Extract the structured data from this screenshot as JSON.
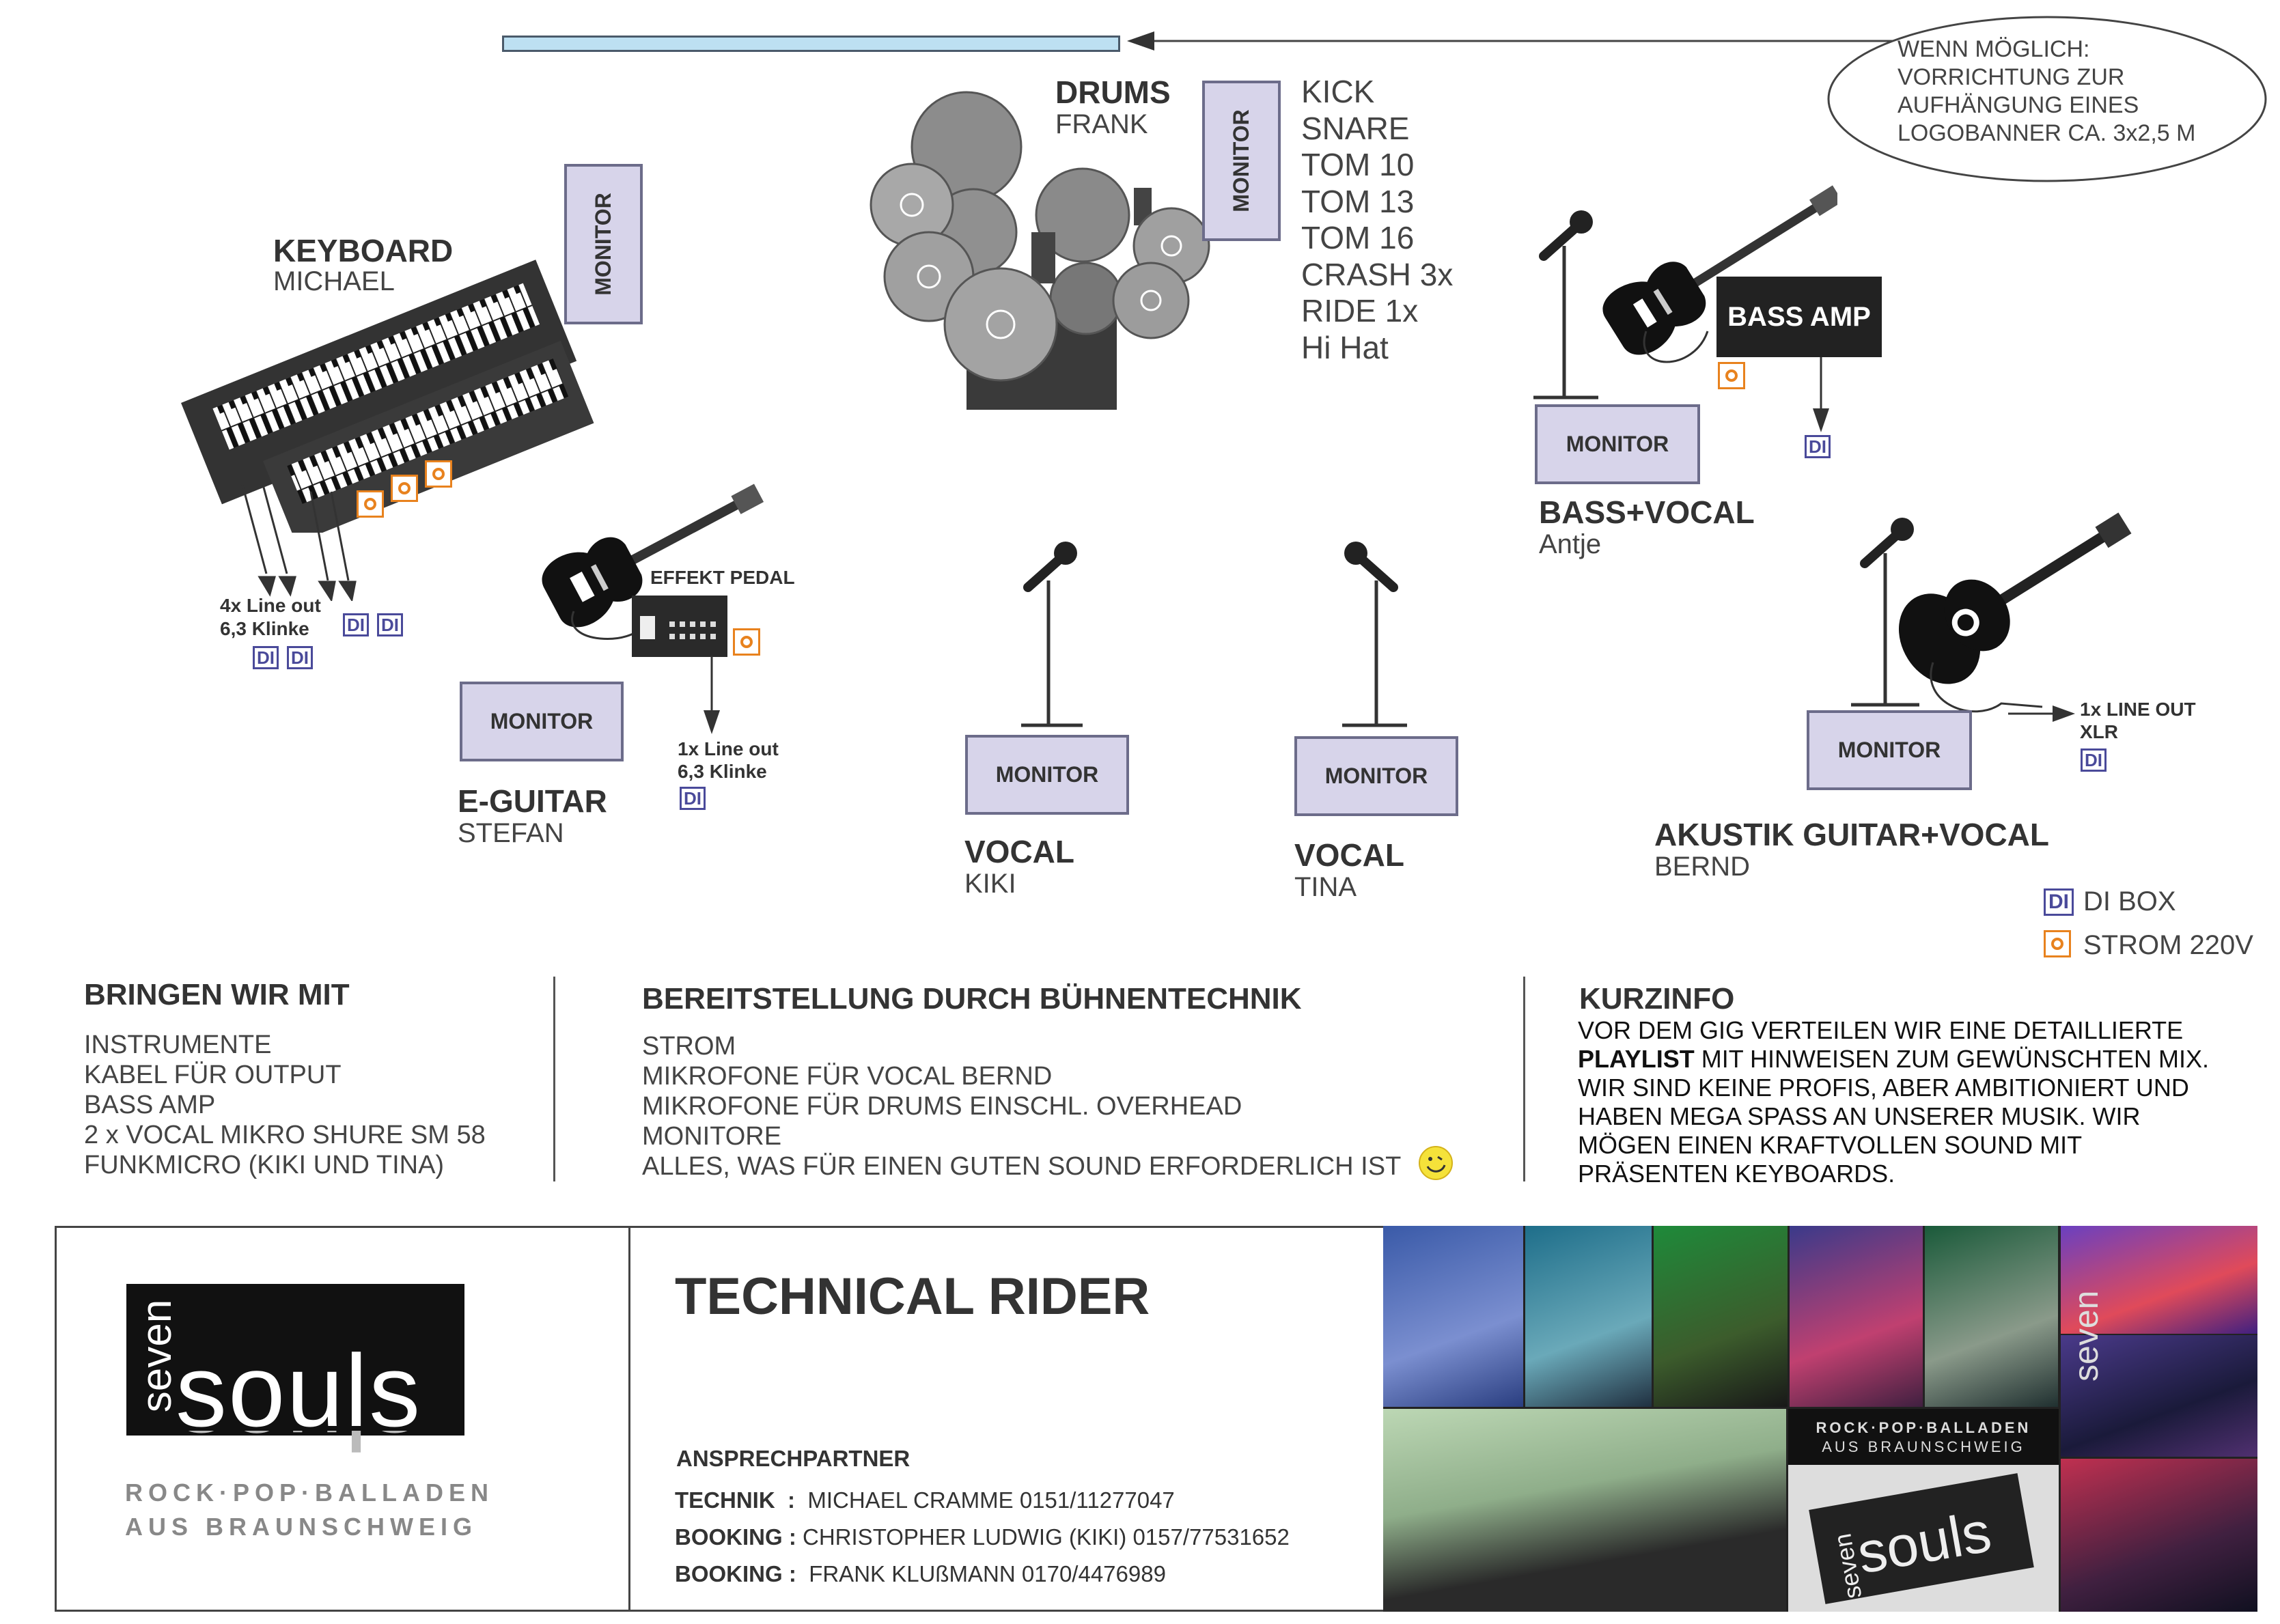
{
  "banner_note": [
    "WENN MÖGLICH:",
    "VORRICHTUNG ZUR",
    "AUFHÄNGUNG EINES",
    "LOGOBANNER CA. 3x2,5 M"
  ],
  "drums": {
    "title": "DRUMS",
    "name": "FRANK",
    "monitor": "MONITOR",
    "kit": [
      "KICK",
      "SNARE",
      "TOM 10",
      "TOM 13",
      "TOM 16",
      "CRASH 3x",
      "RIDE 1x",
      "Hi Hat"
    ]
  },
  "keyboard": {
    "title": "KEYBOARD",
    "name": "MICHAEL",
    "monitor": "MONITOR",
    "out_label": [
      "4x Line out",
      "6,3 Klinke"
    ]
  },
  "eguitar": {
    "title": "E-GUITAR",
    "name": "STEFAN",
    "monitor": "MONITOR",
    "pedal": "EFFEKT PEDAL",
    "out_label": [
      "1x Line out",
      "6,3 Klinke"
    ]
  },
  "vocal1": {
    "title": "VOCAL",
    "name": "KIKI",
    "monitor": "MONITOR"
  },
  "vocal2": {
    "title": "VOCAL",
    "name": "TINA",
    "monitor": "MONITOR"
  },
  "bass": {
    "title": "BASS+VOCAL",
    "name": "Antje",
    "monitor": "MONITOR",
    "amp": "BASS AMP"
  },
  "akustik": {
    "title": "AKUSTIK GUITAR+VOCAL",
    "name": "BERND",
    "monitor": "MONITOR",
    "out_label": [
      "1x LINE OUT",
      "XLR"
    ]
  },
  "legend": {
    "di_symbol": "DI",
    "di_label": "DI BOX",
    "power_label": "STROM 220V"
  },
  "colors": {
    "monitor_fill": "#d7d4ea",
    "di": "#4a4a9a",
    "power": "#e8821e",
    "banner": "#bde0f2"
  },
  "bringen": {
    "heading": "BRINGEN WIR MIT",
    "items": [
      "INSTRUMENTE",
      "KABEL FÜR OUTPUT",
      "BASS AMP",
      "2 x VOCAL MIKRO SHURE SM 58",
      "FUNKMICRO (KIKI UND TINA)"
    ]
  },
  "bereit": {
    "heading": "BEREITSTELLUNG DURCH  BÜHNENTECHNIK",
    "items": [
      "STROM",
      "MIKROFONE FÜR VOCAL BERND",
      "MIKROFONE FÜR DRUMS EINSCHL. OVERHEAD",
      "MONITORE",
      "ALLES, WAS FÜR EINEN GUTEN SOUND ERFORDERLICH IST"
    ]
  },
  "kurz": {
    "heading": "KURZINFO",
    "line1": "VOR DEM GIG VERTEILEN WIR EINE DETAILLIERTE",
    "bold_word": "PLAYLIST",
    "line2_rest": " MIT HINWEISEN ZUM GEWÜNSCHTEN MIX.",
    "rest": [
      "WIR SIND KEINE PROFIS, ABER AMBITIONIERT UND",
      "HABEN MEGA SPASS AN UNSERER MUSIK. WIR",
      "MÖGEN EINEN KRAFTVOLLEN SOUND MIT",
      "PRÄSENTEN KEYBOARDS."
    ]
  },
  "footer": {
    "logo_top": "seven",
    "logo_main": "souls",
    "logo_sub1": "ROCK·POP·BALLADEN",
    "logo_sub2": "AUS BRAUNSCHWEIG",
    "title": "TECHNICAL RIDER",
    "contact_heading": "ANSPRECHPARTNER",
    "contacts": [
      {
        "role": "TECHNIK",
        "sep": ":",
        "text": "MICHAEL CRAMME  0151/11277047"
      },
      {
        "role": "BOOKING",
        "sep": ":",
        "text": "CHRISTOPHER LUDWIG (KIKI)  0157/77531652"
      },
      {
        "role": "BOOKING",
        "sep": ":",
        "text": "FRANK KLUßMANN  0170/4476989"
      }
    ],
    "photo_banner": [
      "ROCK·POP·BALLADEN",
      "AUS BRAUNSCHWEIG"
    ],
    "photo_logo": "souls",
    "photo_logo_small": "seven"
  }
}
